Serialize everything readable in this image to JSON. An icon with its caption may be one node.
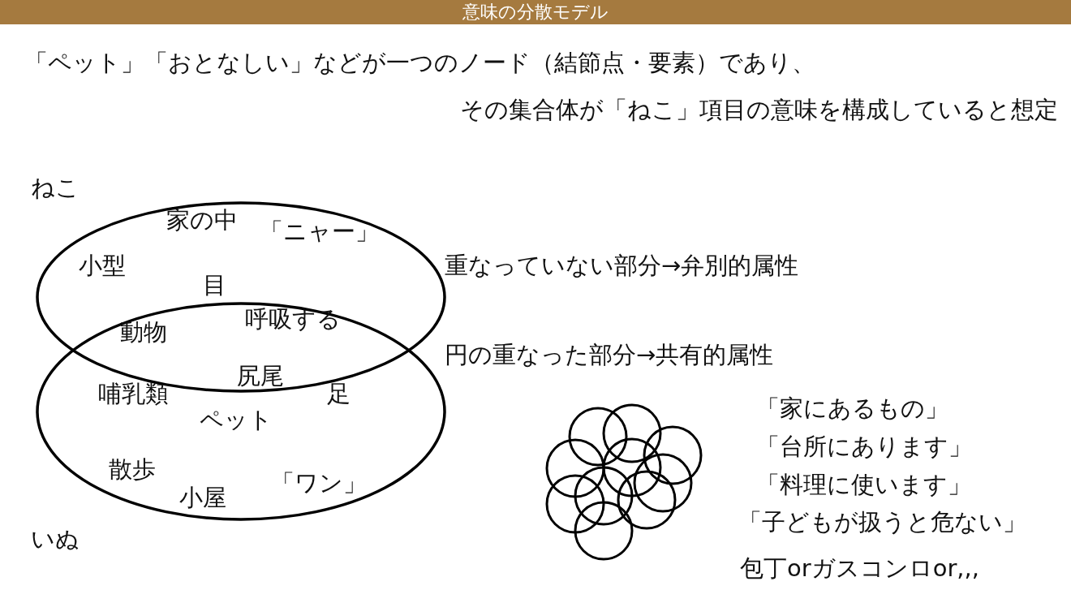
{
  "diagram": {
    "title": "意味の分散モデル",
    "nodes": [
      {
        "text": [
          "ねこ"
        ]
      },
      {
        "text": [
          "いぬ"
        ]
      }
    ],
    "labels": [
      "「ペット」「おとなしい」などが一つのノード（結節点・要素）であり、",
      "その集合体が「ねこ」項目の意味を構成していると想定",
      "家の中",
      "「ニャー」",
      "小型",
      "重なっていない部分→弁別的属性",
      "目",
      "呼吸する",
      "動物",
      "円の重なった部分→共有的属性",
      "尻尾",
      "哺乳類",
      "足",
      "ペット",
      "「家にあるもの」",
      "「台所にあります」",
      "散歩",
      "「ワン」",
      "「料理に使います」",
      "小屋",
      "「子どもが扱うと危ない」",
      "包丁orガスコンロor,,,"
    ]
  }
}
